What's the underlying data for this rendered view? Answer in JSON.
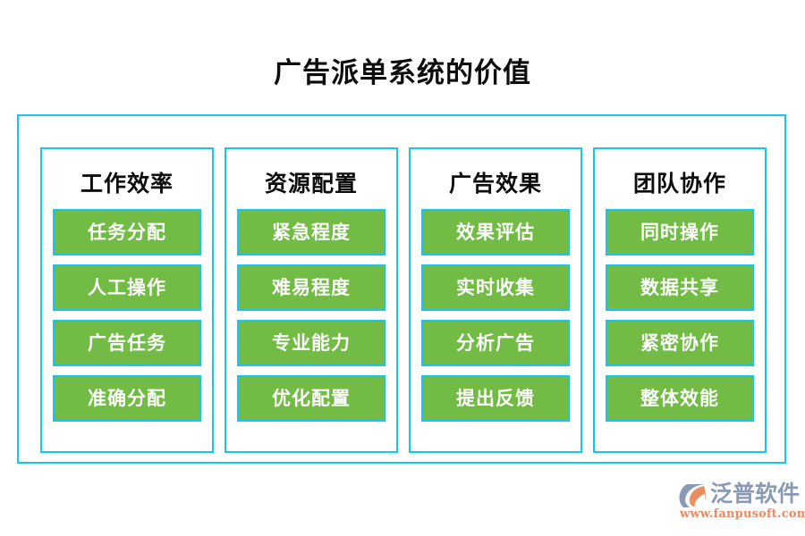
{
  "page": {
    "title": "广告派单系统的价值",
    "background_color": "#ffffff",
    "frame_border_color": "#19c3f3",
    "item_fill_color": "#72bb44",
    "item_text_color": "#fdfdfd",
    "header_text_color": "#0d0d0d"
  },
  "columns": [
    {
      "header": "工作效率",
      "items": [
        {
          "label": "任务分配"
        },
        {
          "label": "人工操作"
        },
        {
          "label": "广告任务"
        },
        {
          "label": "准确分配"
        }
      ]
    },
    {
      "header": "资源配置",
      "items": [
        {
          "label": "紧急程度"
        },
        {
          "label": "难易程度"
        },
        {
          "label": "专业能力"
        },
        {
          "label": "优化配置"
        }
      ]
    },
    {
      "header": "广告效果",
      "items": [
        {
          "label": "效果评估"
        },
        {
          "label": "实时收集"
        },
        {
          "label": "分析广告"
        },
        {
          "label": "提出反馈"
        }
      ]
    },
    {
      "header": "团队协作",
      "items": [
        {
          "label": "同时操作"
        },
        {
          "label": "数据共享"
        },
        {
          "label": "紧密协作"
        },
        {
          "label": "整体效能"
        }
      ]
    }
  ],
  "logo": {
    "mark_icon": "fanpu-swoosh-icon",
    "wordmark": "泛普软件",
    "url": "www.fanpusoft.com",
    "mark_blue": "#8a9ab4",
    "mark_orange": "#e98f62",
    "wordmark_color": "#8a9ab4",
    "url_color": "#e88b66"
  }
}
